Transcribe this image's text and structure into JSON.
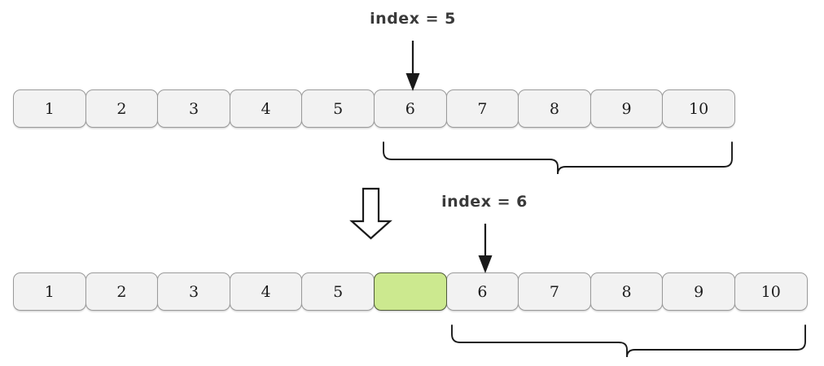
{
  "diagram": {
    "title": "array-insertion-shift-diagram",
    "colors": {
      "cell_fill": "#f2f2f2",
      "cell_border": "#9a9a9a",
      "highlight_fill": "#cce98f",
      "highlight_border": "#4f5a3a",
      "label_text": "#3a3a3a",
      "cell_text": "#1d1d1d",
      "stroke": "#1a1a1a",
      "background": "#ffffff"
    },
    "labels": [
      {
        "id": "top",
        "text": "index = 5"
      },
      {
        "id": "bottom",
        "text": "index = 6"
      }
    ],
    "arrays": [
      {
        "id": "before",
        "cells": [
          {
            "value": "1",
            "highlight": false
          },
          {
            "value": "2",
            "highlight": false
          },
          {
            "value": "3",
            "highlight": false
          },
          {
            "value": "4",
            "highlight": false
          },
          {
            "value": "5",
            "highlight": false
          },
          {
            "value": "6",
            "highlight": false
          },
          {
            "value": "7",
            "highlight": false
          },
          {
            "value": "8",
            "highlight": false
          },
          {
            "value": "9",
            "highlight": false
          },
          {
            "value": "10",
            "highlight": false
          }
        ]
      },
      {
        "id": "after",
        "cells": [
          {
            "value": "1",
            "highlight": false
          },
          {
            "value": "2",
            "highlight": false
          },
          {
            "value": "3",
            "highlight": false
          },
          {
            "value": "4",
            "highlight": false
          },
          {
            "value": "5",
            "highlight": false
          },
          {
            "value": "",
            "highlight": true
          },
          {
            "value": "6",
            "highlight": false
          },
          {
            "value": "7",
            "highlight": false
          },
          {
            "value": "8",
            "highlight": false
          },
          {
            "value": "9",
            "highlight": false
          },
          {
            "value": "10",
            "highlight": false
          }
        ]
      }
    ],
    "annotations": {
      "pointer_arrow_top": "down-arrow-icon",
      "pointer_arrow_bottom": "down-arrow-icon",
      "transition_arrow": "block-down-arrow-icon",
      "brace_top": "curly-brace-icon",
      "brace_bottom": "curly-brace-icon"
    }
  }
}
